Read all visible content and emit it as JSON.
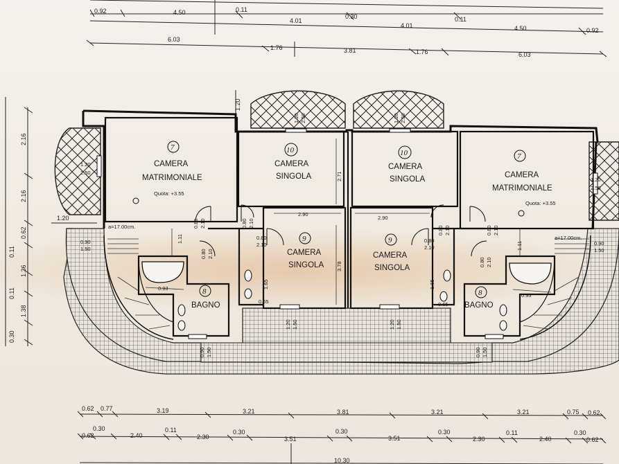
{
  "dimensions": {
    "top_row1": [
      "0.92",
      "4.50",
      "0.11",
      "4.01",
      "0.30",
      "4.01",
      "0.11",
      "4.50",
      "0.92"
    ],
    "top_row2": [
      "6.03",
      "1.76",
      "3.81",
      "1.76",
      "6.03"
    ],
    "bottom_row1": [
      "0.62",
      "0.77",
      "3.19",
      "3.21",
      "3.81",
      "3.21",
      "3.21",
      "0.75",
      "0.62"
    ],
    "bottom_row2": [
      "0.62",
      "0.30",
      "2.40",
      "0.11",
      "2.30",
      "0.30",
      "3.51",
      "0.30",
      "3.51",
      "0.30",
      "2.30",
      "0.11",
      "2.40",
      "0.30",
      "0.62"
    ],
    "bottom_row3": "10.30",
    "left_vertical": [
      "2.16",
      "2.16",
      "0.62",
      "0.11",
      "1.36",
      "0.11",
      "1.38",
      "0.30"
    ],
    "top_edge": "1.20",
    "left_edge": "1.20",
    "inner": {
      "corridor_left": "2.90",
      "corridor_right": "2.90",
      "singola_top_height": "2.71",
      "singola_mid_height": "3.78",
      "stair_height": "1.11",
      "bath_width_left": "0.93",
      "bath_width_right": "0.93",
      "window_top": "1.20",
      "window_top_h": "2.50",
      "door_w": "0.80",
      "door_h": "2.10",
      "win_bottom": "1.20",
      "win_bottom_h": "1.50",
      "bath_sink": "0.65",
      "bath_depth": "1.65",
      "stair_win": "0.90",
      "stair_win_h": "1.50",
      "bagno_win": "0.90",
      "bagno_win_h": "1.50",
      "stair_label": "a=17.00cm."
    }
  },
  "rooms": {
    "left_master": {
      "number": "7",
      "line1": "CAMERA",
      "line2": "MATRIMONIALE",
      "quota": "Quota: +3.55"
    },
    "right_master": {
      "number": "7",
      "line1": "CAMERA",
      "line2": "MATRIMONIALE",
      "quota": "Quota: +3.55"
    },
    "left_single_top": {
      "number": "10",
      "line1": "CAMERA",
      "line2": "SINGOLA"
    },
    "right_single_top": {
      "number": "10",
      "line1": "CAMERA",
      "line2": "SINGOLA"
    },
    "left_single_mid": {
      "number": "9",
      "line1": "CAMERA",
      "line2": "SINGOLA"
    },
    "right_single_mid": {
      "number": "9",
      "line1": "CAMERA",
      "line2": "SINGOLA"
    },
    "left_bath": {
      "number": "8",
      "line1": "BAGNO"
    },
    "right_bath": {
      "number": "8",
      "line1": "BAGNO"
    }
  }
}
